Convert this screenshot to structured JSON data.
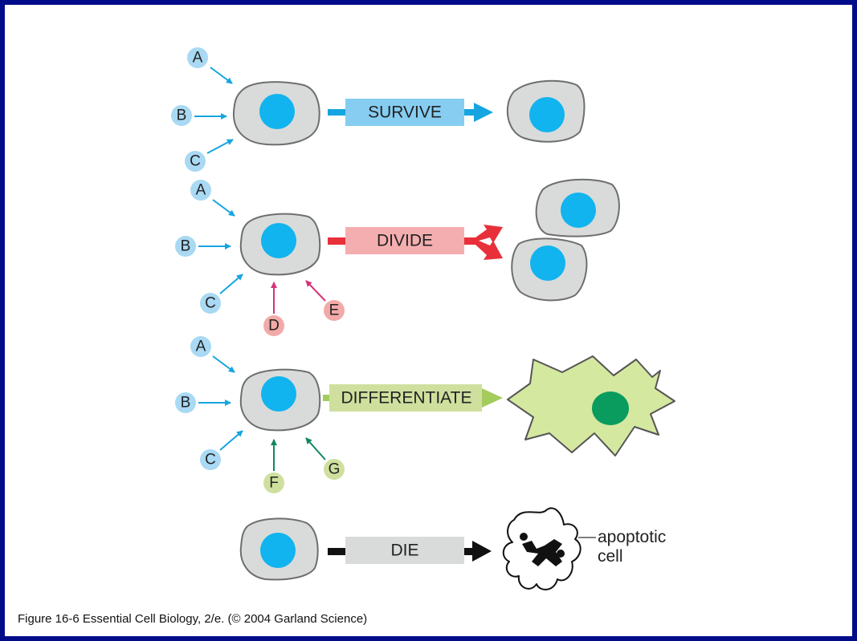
{
  "colors": {
    "background_border": "#000c8a",
    "cell_fill": "#d9dbdb",
    "cell_stroke": "#6e6e6e",
    "nucleus": "#11b4ee",
    "blue_signal": "#a9d9f3",
    "blue_arrow": "#15a5e0",
    "pink_signal": "#f2aaa8",
    "pink_arrow": "#d6337a",
    "green_signal": "#cfe09e",
    "green_arrow": "#12875e",
    "survive_banner": "#86cdf1",
    "divide_banner": "#f5aeb0",
    "divide_arrow": "#e8303a",
    "differentiate_banner": "#cfe09e",
    "differentiate_arrow": "#a3cc5c",
    "differentiated_cell": "#d4e8a0",
    "differentiated_nucleus": "#0a9b5e",
    "die_banner": "#d9dbdb"
  },
  "rows": {
    "survive": {
      "label": "SURVIVE",
      "signals": [
        "A",
        "B",
        "C"
      ]
    },
    "divide": {
      "label": "DIVIDE",
      "signals": [
        "A",
        "B",
        "C",
        "D",
        "E"
      ]
    },
    "differentiate": {
      "label": "DIFFERENTIATE",
      "signals": [
        "A",
        "B",
        "C",
        "F",
        "G"
      ]
    },
    "die": {
      "label": "DIE",
      "signals": []
    }
  },
  "apoptotic_label": [
    "apoptotic",
    "cell"
  ],
  "caption": "Figure 16-6  Essential Cell Biology, 2/e. (© 2004 Garland Science)"
}
